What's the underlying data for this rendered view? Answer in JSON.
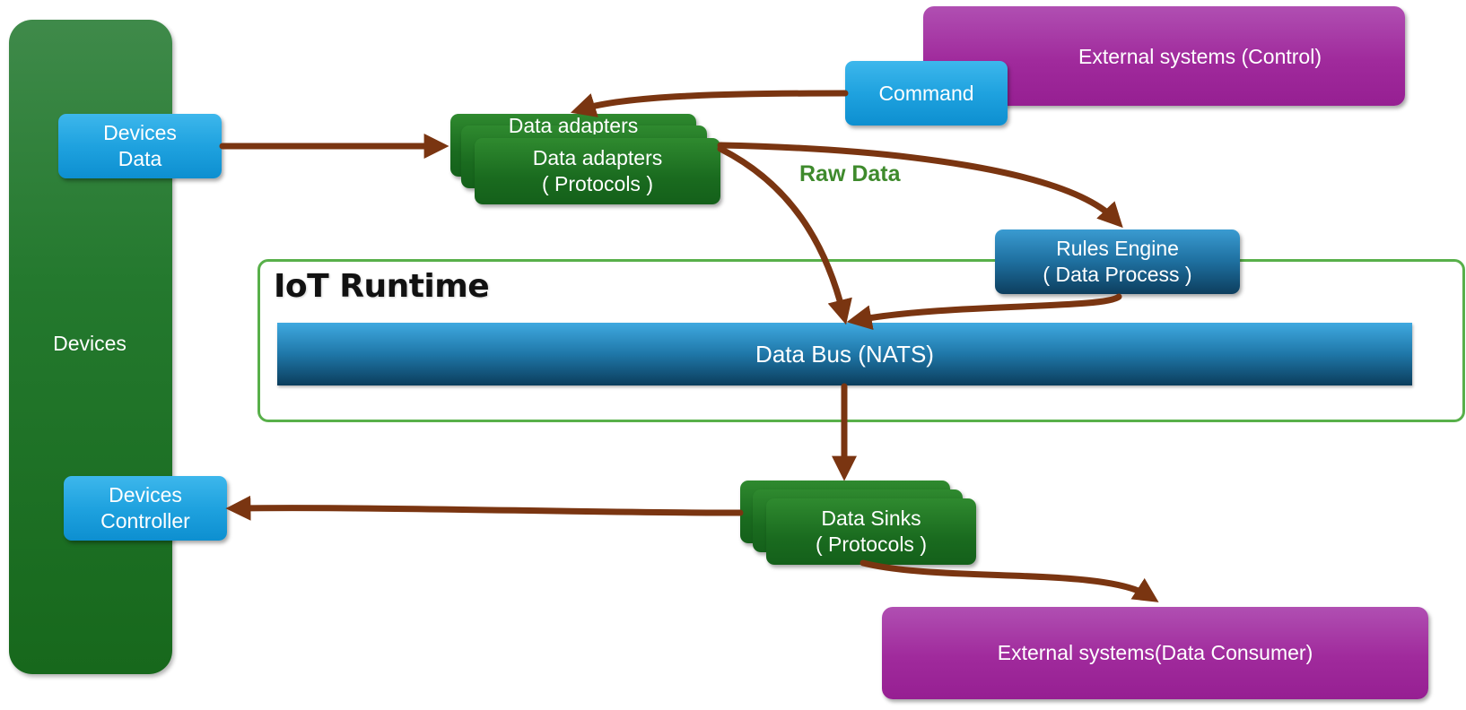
{
  "devices": {
    "panel_label": "Devices",
    "data_box": {
      "line1": "Devices",
      "line2": "Data"
    },
    "controller_box": {
      "line1": "Devices",
      "line2": "Controller"
    }
  },
  "data_adapters": {
    "hidden_label": "Data adapters",
    "line1": "Data adapters",
    "line2": "( Protocols )"
  },
  "raw_data_label": "Raw Data",
  "rules_engine": {
    "line1": "Rules Engine",
    "line2": "( Data Process )"
  },
  "iot_runtime": {
    "title": "IoT Runtime",
    "data_bus": "Data Bus (NATS)"
  },
  "data_sinks": {
    "line1": "Data Sinks",
    "line2": "( Protocols )"
  },
  "external_control": {
    "label": "External systems (Control)",
    "command": "Command"
  },
  "external_consumer": {
    "label": "External systems(Data  Consumer)"
  },
  "colors": {
    "arrow": "#7a3511",
    "green": "#1a6b1f",
    "blue": "#1fa2df",
    "navy": "#0d3e5e",
    "purple": "#a02a9c",
    "runtime_border": "#58b04a",
    "raw_data_text": "#3e8a2c"
  }
}
